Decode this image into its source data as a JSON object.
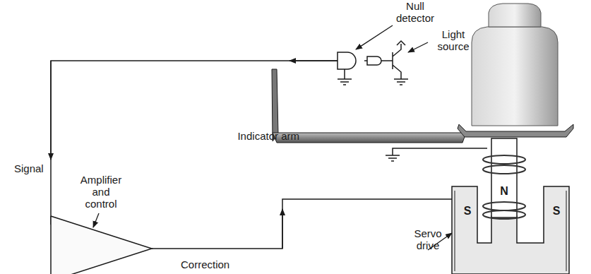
{
  "diagram": {
    "labels": [
      "Null detector",
      "Light source",
      "Indicator arm",
      "Signal",
      "Amplifier and control",
      "Servo drive",
      "Correction",
      "S",
      "N",
      "S"
    ]
  }
}
